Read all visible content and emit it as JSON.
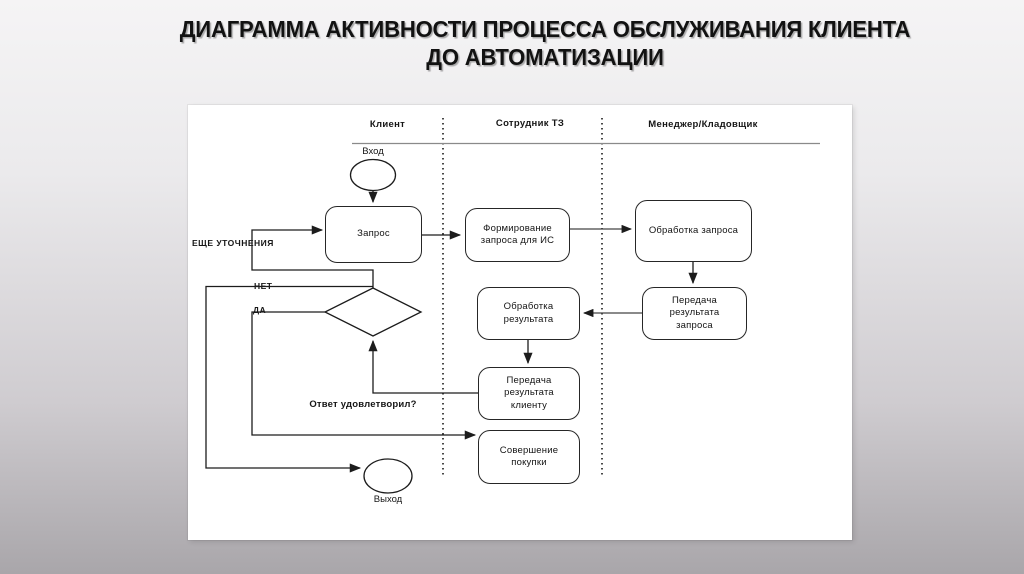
{
  "slide": {
    "title": "ДИАГРАММА АКТИВНОСТИ ПРОЦЕССА ОБСЛУЖИВАНИЯ КЛИЕНТА ДО АВТОМАТИЗАЦИИ"
  },
  "diagram": {
    "lanes": [
      {
        "label": "Клиент"
      },
      {
        "label": "Сотрудник ТЗ"
      },
      {
        "label": "Менеджер/Кладовщик"
      }
    ],
    "nodes": {
      "start_label": "Вход",
      "zapros": "Запрос",
      "form_zaprosa": "Формирование запроса для ИС",
      "obrabotka_zaprosa": "Обработка запроса",
      "peredacha_zaprosa": "Передача результата запроса",
      "obrabotka_rezultata": "Обработка результата",
      "peredacha_klientu": "Передача результата клиенту",
      "sovershenie_pokupki": "Совершение покупки",
      "end_label": "Выход"
    },
    "edge_labels": {
      "more_clarifications": "ЕЩЕ УТОЧНЕНИЯ",
      "no": "НЕТ",
      "yes": "ДА",
      "decision_question": "Ответ удовлетворил?"
    },
    "colors": {
      "line": "#1c1c1c",
      "panel_bg": "#ffffff"
    }
  }
}
